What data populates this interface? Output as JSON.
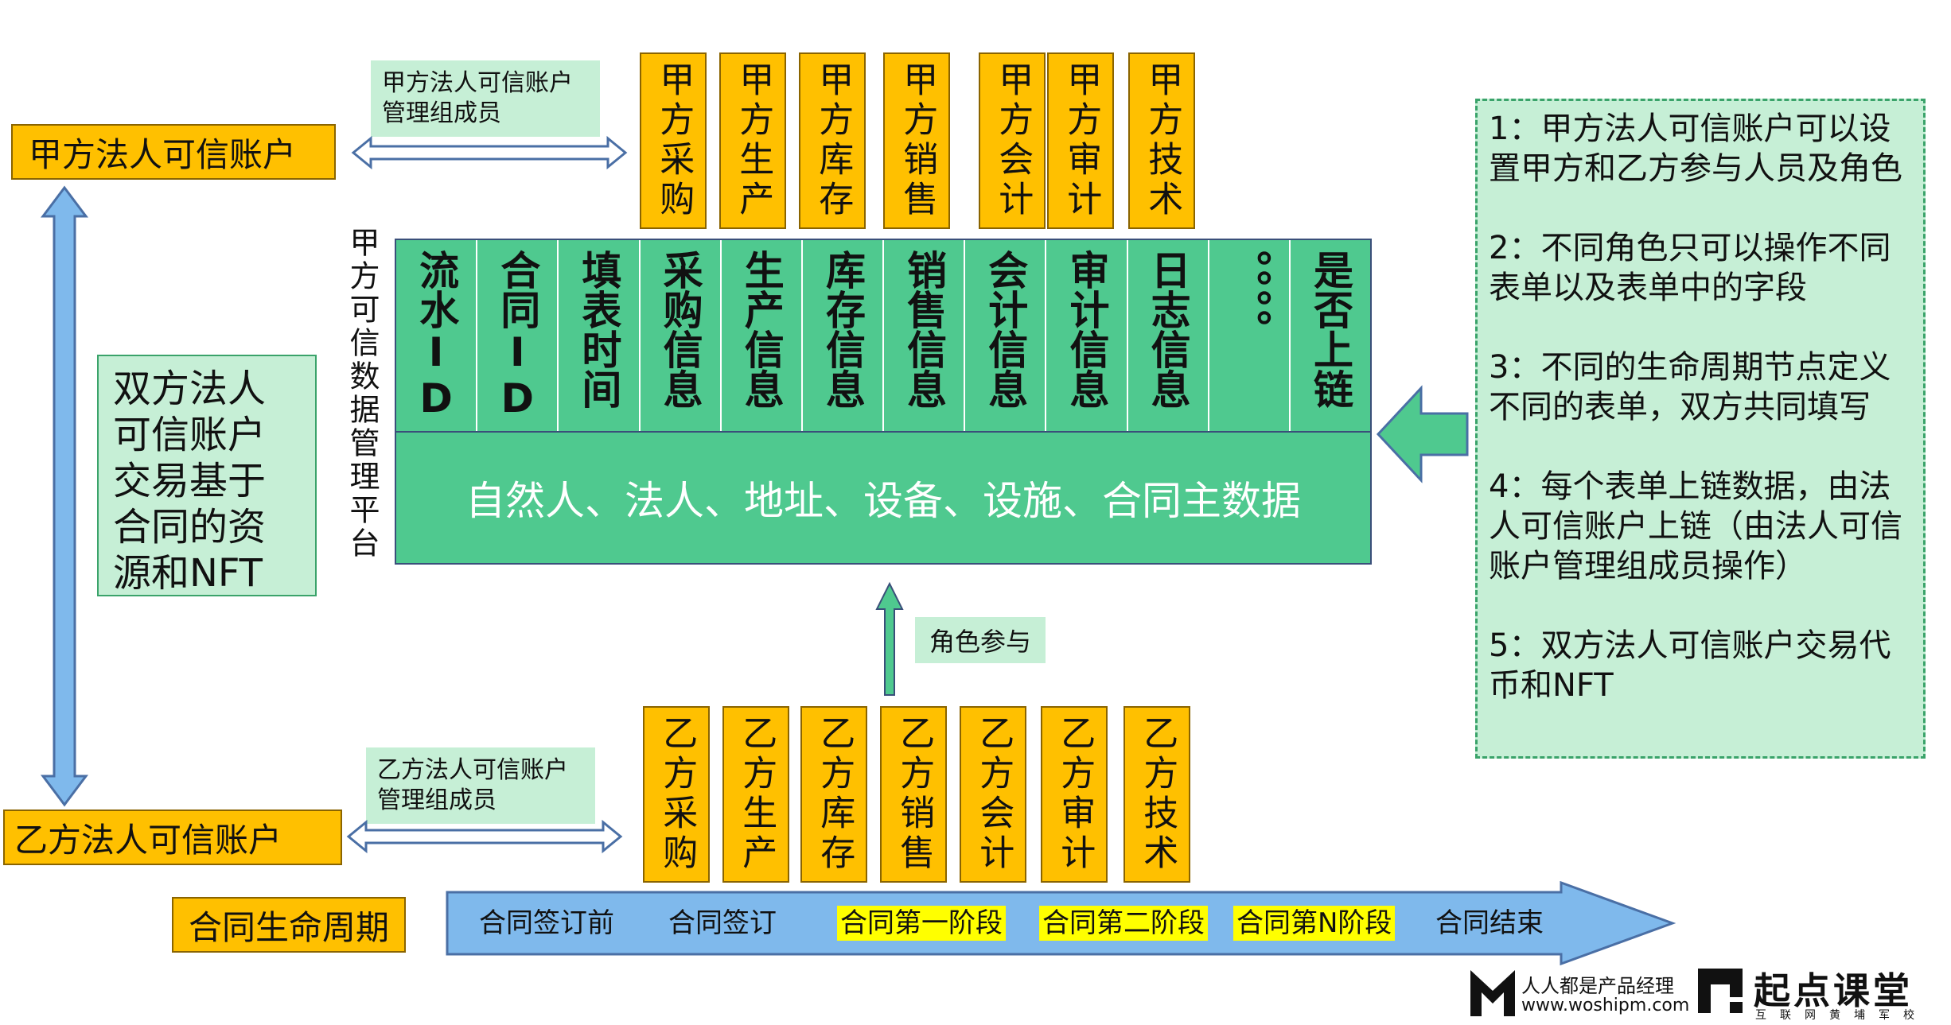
{
  "party_a": {
    "account_label": "甲方法人可信账户",
    "manager_note": "甲方法人可信账户管理组成员",
    "roles": [
      "甲方采购",
      "甲方生产",
      "甲方库存",
      "甲方销售",
      "甲方会计",
      "甲方审计",
      "甲方技术"
    ]
  },
  "party_b": {
    "account_label": "乙方法人可信账户",
    "manager_note": "乙方法人可信账户管理组成员",
    "roles": [
      "乙方采购",
      "乙方生产",
      "乙方库存",
      "乙方销售",
      "乙方会计",
      "乙方审计",
      "乙方技术"
    ]
  },
  "platform": {
    "vertical_label": "甲方可信数据管理平台",
    "columns": [
      "流水ID",
      "合同ID",
      "填表时间",
      "采购信息",
      "生产信息",
      "库存信息",
      "销售信息",
      "会计信息",
      "审计信息",
      "日志信息",
      "。。。。",
      "是否上链"
    ],
    "master_data": "自然人、法人、地址、设备、设施、合同主数据"
  },
  "side_note": "双方法人可信账户交易基于合同的资源和NFT",
  "role_participation": "角色参与",
  "notes": [
    "1：甲方法人可信账户可以设置甲方和乙方参与人员及角色",
    "2：不同角色只可以操作不同表单以及表单中的字段",
    "3：不同的生命周期节点定义不同的表单，双方共同填写",
    "4：每个表单上链数据，由法人可信账户上链（由法人可信账户管理组成员操作）",
    "5：双方法人可信账户交易代币和NFT"
  ],
  "lifecycle": {
    "label": "合同生命周期",
    "stages": [
      {
        "text": "合同签订前",
        "highlight": false
      },
      {
        "text": "合同签订",
        "highlight": false
      },
      {
        "text": "合同第一阶段",
        "highlight": true
      },
      {
        "text": "合同第二阶段",
        "highlight": true
      },
      {
        "text": "合同第N阶段",
        "highlight": true
      },
      {
        "text": "合同结束",
        "highlight": false
      }
    ]
  },
  "branding": {
    "logo1_line1": "人人都是产品经理",
    "logo1_line2": "www.woshipm.com",
    "logo2_title": "起点课堂",
    "logo2_sub": "互联网黄埔军校"
  },
  "colors": {
    "orange": "#FFC000",
    "teal": "#4FC98F",
    "light_green": "#C6EFD6",
    "blue_arrow": "#7FB9EC",
    "yellow_highlight": "#FFFF00"
  }
}
